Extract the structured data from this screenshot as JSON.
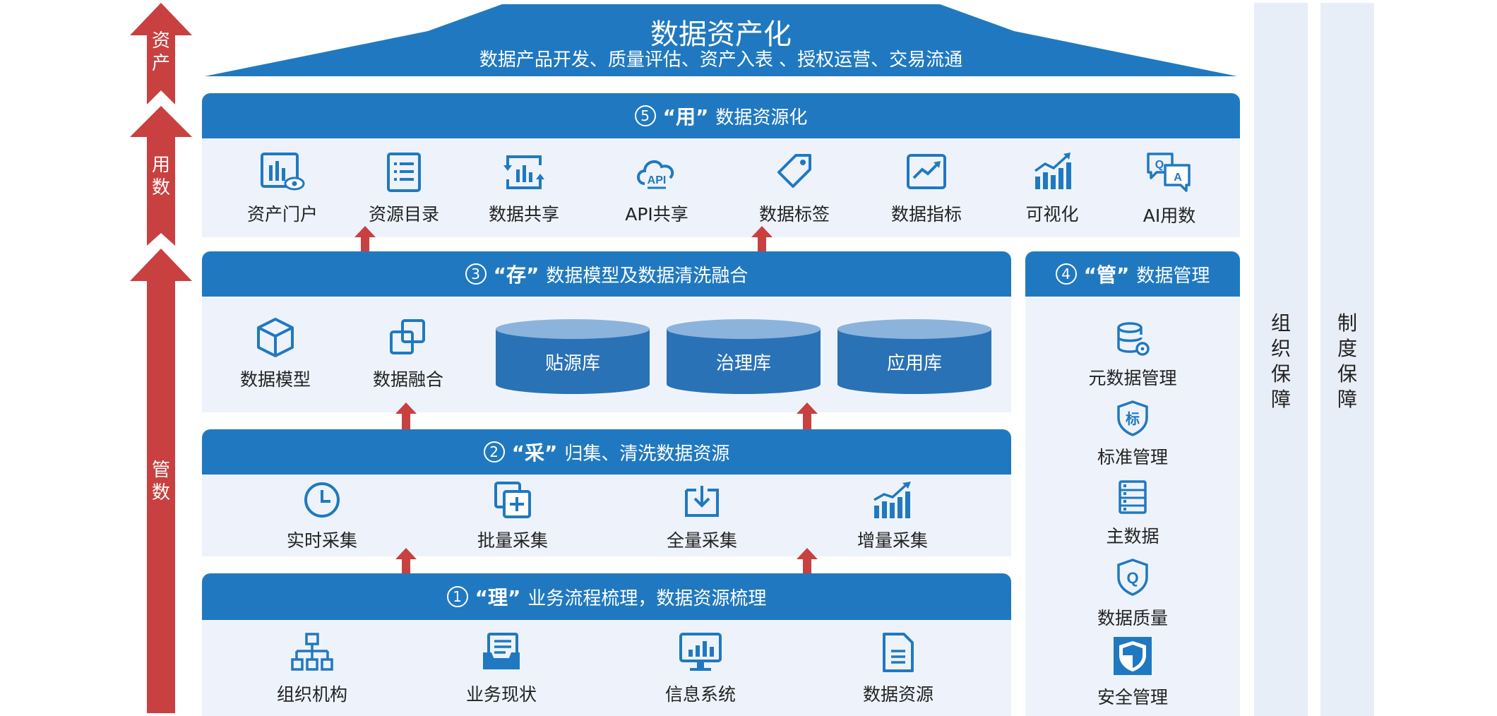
{
  "roof": {
    "title": "数据资产化",
    "subtitle": "数据产品开发、质量评估、资产入表 、授权运营、交易流通"
  },
  "left_arrows": {
    "asset": "资\n产",
    "use": "用\n数",
    "manage": "管\n数"
  },
  "sec5": {
    "num": "5",
    "key": "“用”",
    "title": "数据资源化",
    "items": [
      "资产门户",
      "资源目录",
      "数据共享",
      "API共享",
      "数据标签",
      "数据指标",
      "可视化",
      "AI用数"
    ]
  },
  "sec3": {
    "num": "3",
    "key": "“存”",
    "title": "数据模型及数据清洗融合",
    "items": [
      "数据模型",
      "数据融合"
    ],
    "dbs": [
      "贴源库",
      "治理库",
      "应用库"
    ]
  },
  "sec4": {
    "num": "4",
    "key": "“管”",
    "title": "数据管理",
    "items": [
      "元数据管理",
      "标准管理",
      "主数据",
      "数据质量",
      "安全管理"
    ]
  },
  "sec2": {
    "num": "2",
    "key": "“采”",
    "title": "归集、清洗数据资源",
    "items": [
      "实时采集",
      "批量采集",
      "全量采集",
      "增量采集"
    ]
  },
  "sec1": {
    "num": "1",
    "key": "“理”",
    "title": "业务流程梳理，数据资源梳理",
    "items": [
      "组织机构",
      "业务现状",
      "信息系统",
      "数据资源"
    ]
  },
  "right_columns": {
    "org": "组织保障",
    "system": "制度保障"
  },
  "colors": {
    "primary": "#2079c0",
    "light_bg": "#eef3fb",
    "arrow": "#c94040",
    "column": "#e8eef7"
  }
}
